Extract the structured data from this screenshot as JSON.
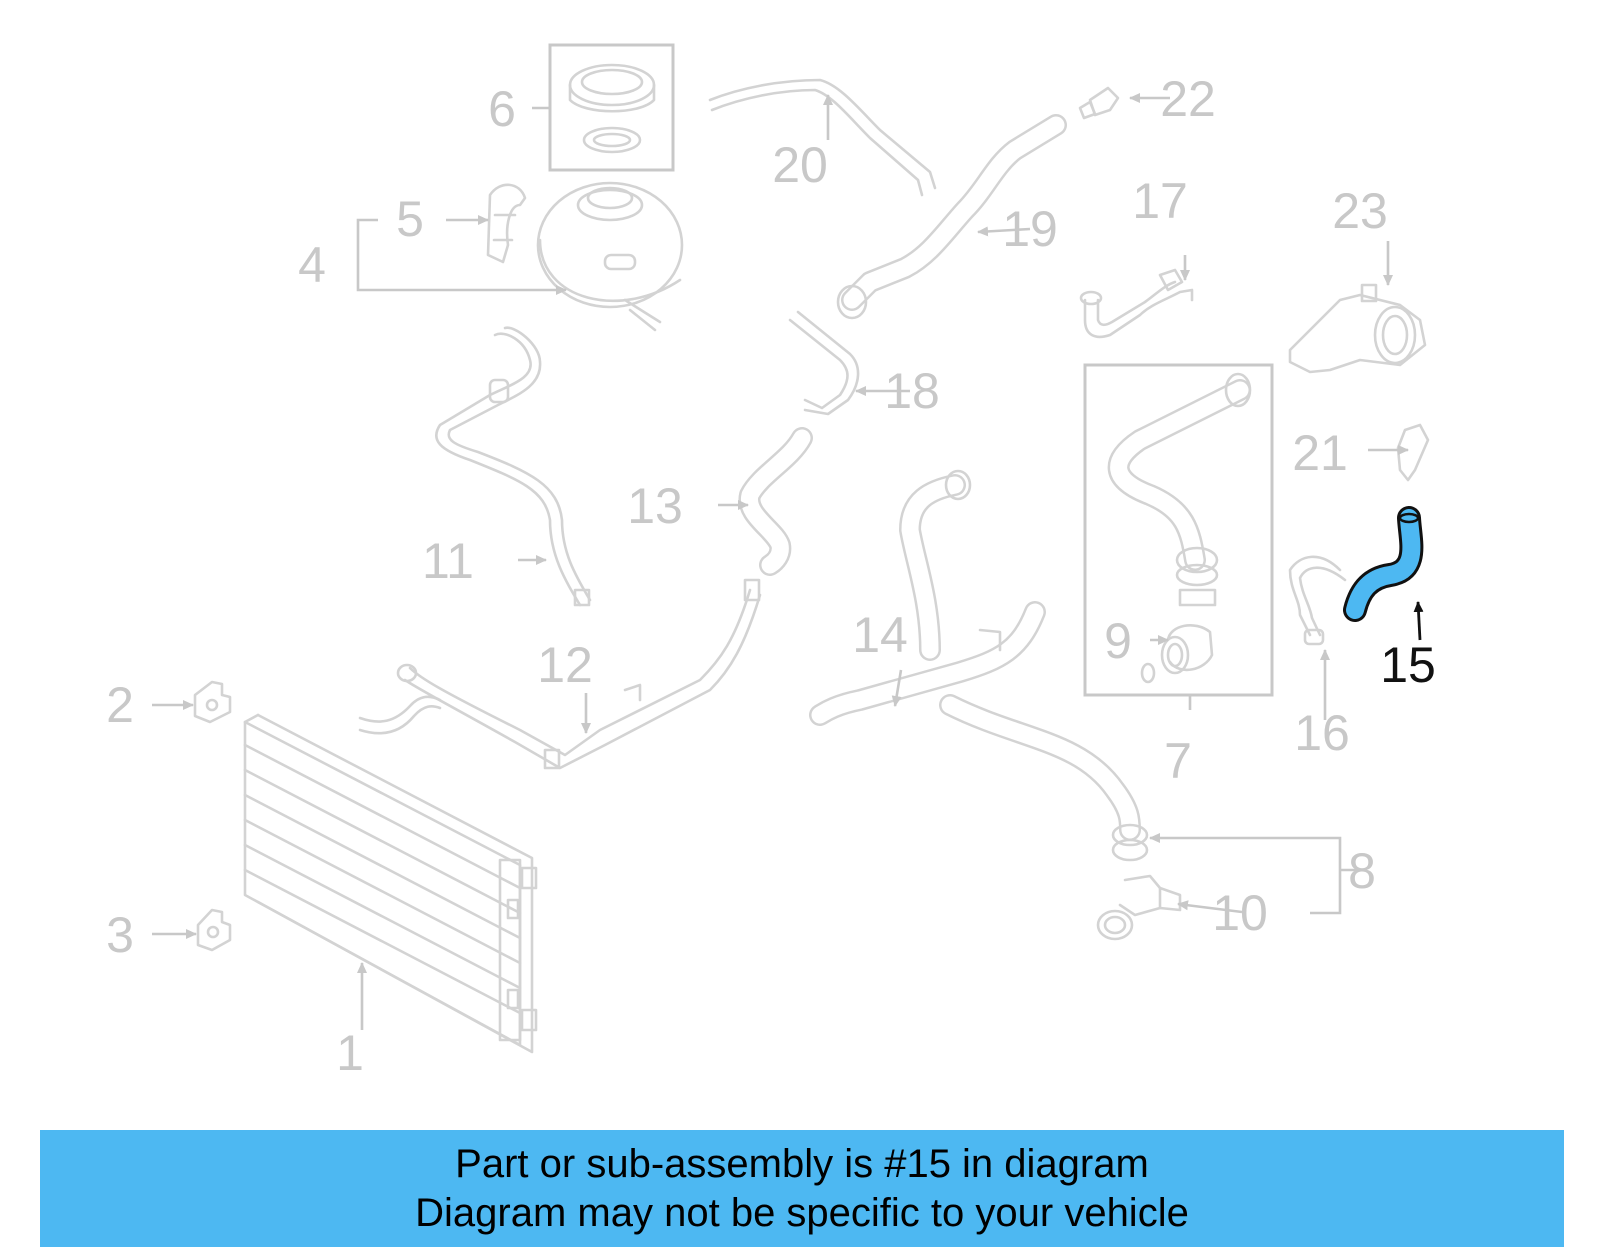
{
  "diagram": {
    "callouts": {
      "c1": "1",
      "c2": "2",
      "c3": "3",
      "c4": "4",
      "c5": "5",
      "c6": "6",
      "c7": "7",
      "c8": "8",
      "c9": "9",
      "c10": "10",
      "c11": "11",
      "c12": "12",
      "c13": "13",
      "c14": "14",
      "c15": "15",
      "c16": "16",
      "c17": "17",
      "c18": "18",
      "c19": "19",
      "c20": "20",
      "c21": "21",
      "c22": "22",
      "c23": "23"
    },
    "highlighted_part": "15",
    "colors": {
      "part_gray": "#d3d3d3",
      "highlight": "#4db8f2",
      "banner": "#4db8f2"
    }
  },
  "banner": {
    "line1": "Part or sub-assembly is #15 in diagram",
    "line2": "Diagram may not be specific to your vehicle"
  }
}
